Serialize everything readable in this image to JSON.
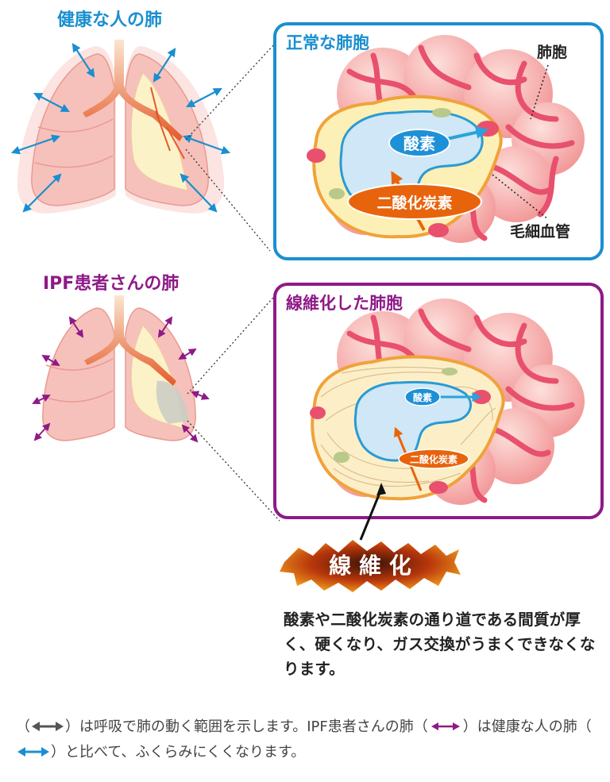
{
  "healthy_lung": {
    "title": "健康な人の肺"
  },
  "ipf_lung": {
    "title": "IPF患者さんの肺"
  },
  "normal_alveolus": {
    "title": "正常な肺胞",
    "label_alveolus": "肺胞",
    "label_capillary": "毛細血管",
    "oxygen": "酸素",
    "co2": "二酸化炭素"
  },
  "fibrotic_alveolus": {
    "title": "線維化した肺胞",
    "oxygen": "酸素",
    "co2": "二酸化炭素"
  },
  "fibrosis_label": "線 維 化",
  "description": "酸素や二酸化炭素の通り道である間質が厚く、硬くなり、ガス交換がうまくできなくなります。",
  "footnote": {
    "part1": "（",
    "part2": "）は呼吸で肺の動く範囲を示します。IPF患者さんの肺（",
    "part3": "）は健康な人の肺（",
    "part4": "）と比べて、ふくらみにくくなります。"
  },
  "colors": {
    "blue": "#1a8fd0",
    "purple": "#8e1a87",
    "lung": "#f6c5c0",
    "capillary": "#e8506d",
    "orange": "#e8640c"
  }
}
